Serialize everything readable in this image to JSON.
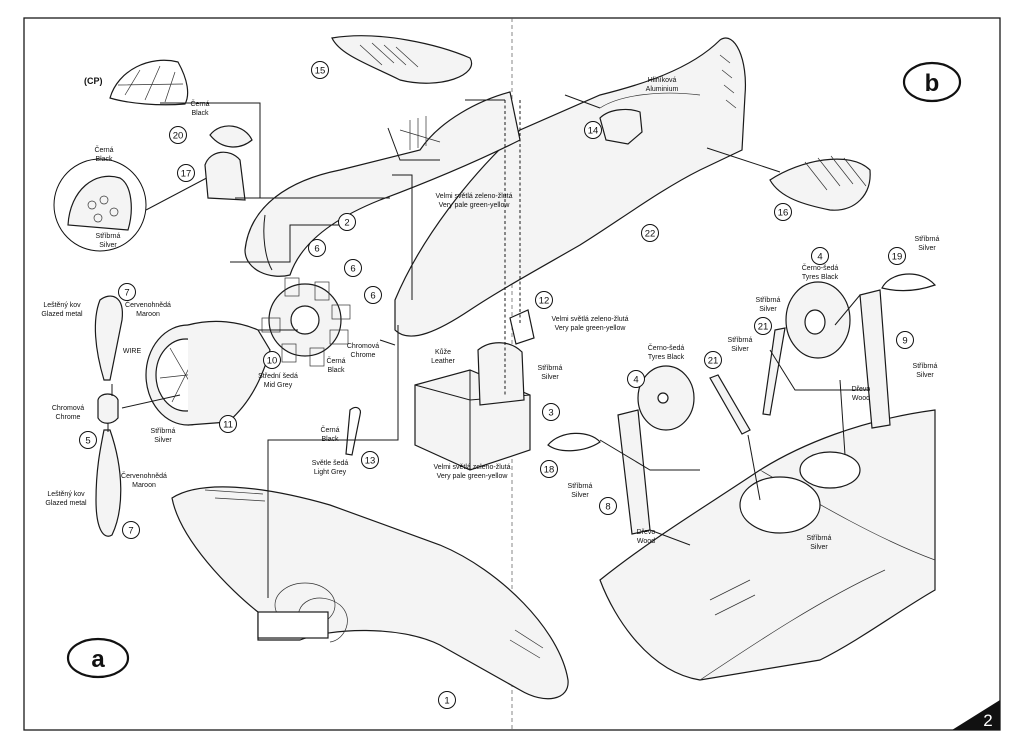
{
  "panels": {
    "a": "a",
    "b": "b"
  },
  "page_number": "2",
  "cp_label": "(CP)",
  "parts": [
    "1",
    "2",
    "3",
    "4",
    "4",
    "5",
    "6",
    "6",
    "6",
    "7",
    "7",
    "8",
    "9",
    "10",
    "11",
    "12",
    "13",
    "14",
    "15",
    "16",
    "17",
    "18",
    "19",
    "20",
    "21",
    "21",
    "22"
  ],
  "callouts": {
    "cerna_black_20": [
      "Černá",
      "Black"
    ],
    "cerna_black_panel": [
      "Černá",
      "Black"
    ],
    "stribrna_silver_panel": [
      "Stříbrná",
      "Silver"
    ],
    "hlinikova": [
      "Hliníková",
      "Aluminium"
    ],
    "pale_green_top": [
      "Velmi světlá zeleno-žlutá",
      "Very pale green-yellow"
    ],
    "lestenykov_top": [
      "Leštěný kov",
      "Glazed metal"
    ],
    "maroon_top": [
      "Červenohnědá",
      "Maroon"
    ],
    "wire": "WIRE",
    "chrome_5": [
      "Chromová",
      "Chrome"
    ],
    "stribrna_11": [
      "Stříbrná",
      "Silver"
    ],
    "lestenykov_bottom": [
      "Leštěný kov",
      "Glazed metal"
    ],
    "maroon_bottom": [
      "Červenohnědá",
      "Maroon"
    ],
    "midgrey_10": [
      "Střední šedá",
      "Mid Grey"
    ],
    "cerna_6": [
      "Černá",
      "Black"
    ],
    "chrome_6": [
      "Chromová",
      "Chrome"
    ],
    "pale_green_12": [
      "Velmi světlá zeleno-žlutá",
      "Very pale green-yellow"
    ],
    "leather": [
      "Kůže",
      "Leather"
    ],
    "stribrna_3": [
      "Stříbrná",
      "Silver"
    ],
    "pale_green_3": [
      "Velmi světlá zeleno-žlutá",
      "Very pale green-yellow"
    ],
    "cerna_13": [
      "Černá",
      "Black"
    ],
    "lightgrey_13": [
      "Světle šedá",
      "Light Grey"
    ],
    "stribrna_19": [
      "Stříbrná",
      "Silver"
    ],
    "tyres_4_top": [
      "Černo-šedá",
      "Tyres Black"
    ],
    "stribrna_21_top": [
      "Stříbrná",
      "Silver"
    ],
    "stribrna_21_left": [
      "Stříbrná",
      "Silver"
    ],
    "stribrna_9": [
      "Stříbrná",
      "Silver"
    ],
    "drevo_9": [
      "Dřevo",
      "Wood"
    ],
    "tyres_4_left": [
      "Černo-šedá",
      "Tyres Black"
    ],
    "stribrna_18": [
      "Stříbrná",
      "Silver"
    ],
    "drevo_8": [
      "Dřevo",
      "Wood"
    ],
    "stribrna_bay": [
      "Stříbrná",
      "Silver"
    ]
  },
  "colors": {
    "ink": "#1a1a1a",
    "paper": "#ffffff",
    "fill": "#f4f4f4"
  }
}
